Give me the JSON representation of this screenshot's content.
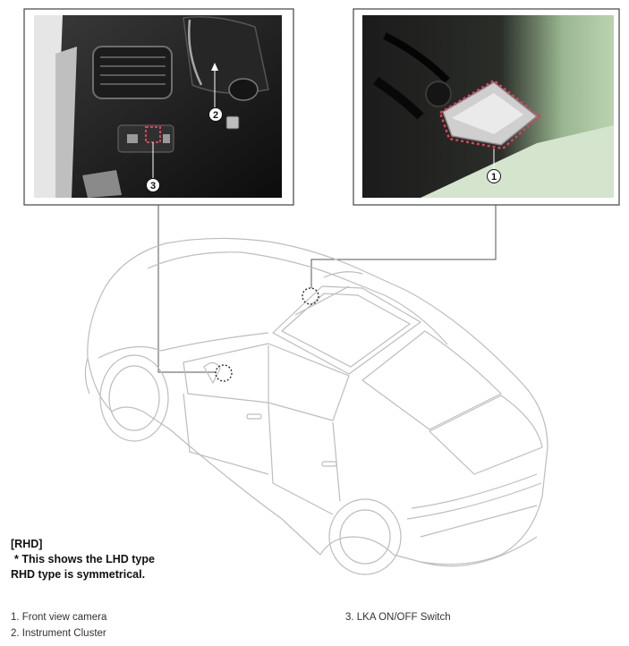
{
  "callouts": {
    "photo_left": [
      "2",
      "3"
    ],
    "photo_right": [
      "1"
    ]
  },
  "note": {
    "title": "[RHD]",
    "line1": "* This shows the LHD type",
    "line2": "RHD type is symmetrical."
  },
  "legend": {
    "item1": "1. Front view camera",
    "item2": "2. Instrument Cluster",
    "item3": "3. LKA ON/OFF Switch"
  },
  "colors": {
    "frame": "#444444",
    "leader": "#555555",
    "highlight": "#d9435a",
    "car_line": "#bdbdbd"
  }
}
